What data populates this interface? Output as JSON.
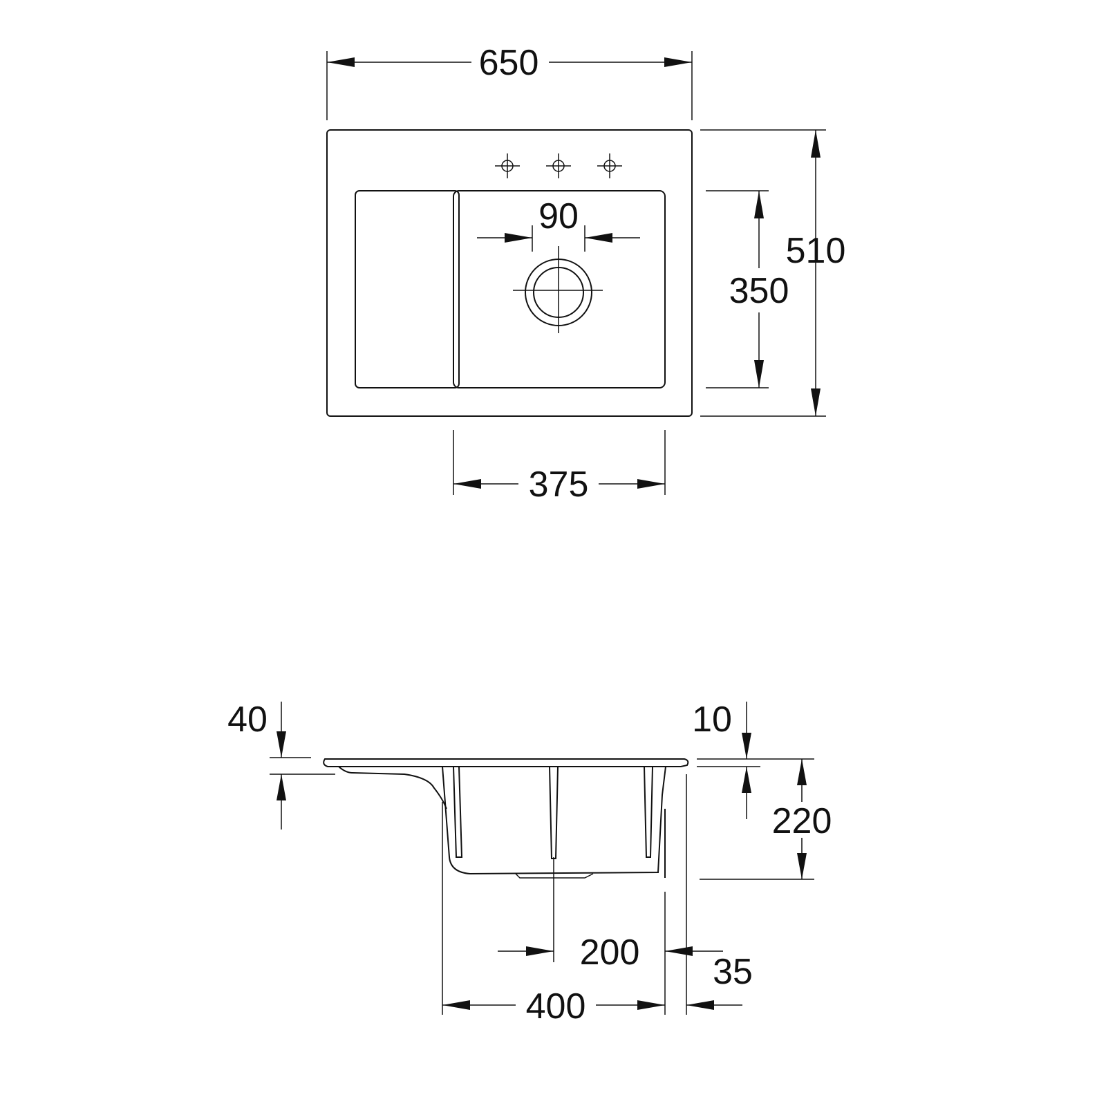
{
  "top_view": {
    "overall_width": "650",
    "overall_depth": "510",
    "bowl_depth": "350",
    "bowl_width": "375",
    "drain_diameter": "90"
  },
  "side_view": {
    "drainer_drop": "40",
    "rim_thickness": "10",
    "bowl_height": "220",
    "drain_offset": "200",
    "bowl_outer_width": "400",
    "rear_gap": "35"
  },
  "colors": {
    "line": "#111111",
    "background": "#ffffff"
  }
}
